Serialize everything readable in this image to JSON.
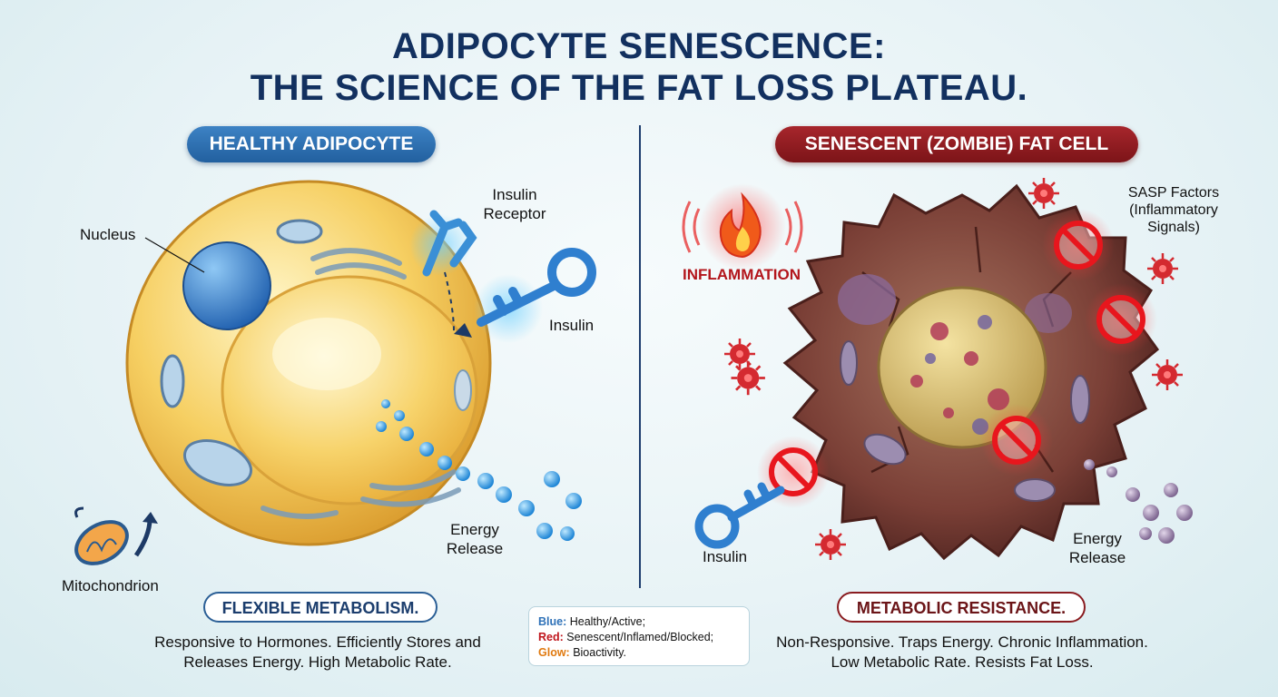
{
  "title": {
    "line1": "ADIPOCYTE SENESCENCE:",
    "line2": "THE SCIENCE OF THE FAT LOSS PLATEAU."
  },
  "healthy": {
    "header": "HEALTHY ADIPOCYTE",
    "labels": {
      "nucleus": "Nucleus",
      "insulin_receptor_1": "Insulin",
      "insulin_receptor_2": "Receptor",
      "insulin": "Insulin",
      "energy_release_1": "Energy",
      "energy_release_2": "Release",
      "mitochondrion": "Mitochondrion"
    },
    "summary_title": "FLEXIBLE METABOLISM.",
    "summary_line1": "Responsive to Hormones. Efficiently Stores and",
    "summary_line2": "Releases Energy. High Metabolic Rate."
  },
  "senescent": {
    "header": "SENESCENT (ZOMBIE) FAT CELL",
    "labels": {
      "inflammation": "INFLAMMATION",
      "sasp_1": "SASP Factors",
      "sasp_2": "(Inflammatory",
      "sasp_3": "Signals)",
      "insulin": "Insulin",
      "energy_release_1": "Energy",
      "energy_release_2": "Release"
    },
    "summary_title": "METABOLIC RESISTANCE.",
    "summary_line1": "Non-Responsive. Traps Energy. Chronic Inflammation.",
    "summary_line2": "Low Metabolic Rate. Resists Fat Loss."
  },
  "legend": {
    "blue_key": "Blue:",
    "blue_text": " Healthy/Active;",
    "red_key": "Red:",
    "red_text": " Senescent/Inflamed/Blocked;",
    "glow_key": "Glow:",
    "glow_text": " Bioactivity."
  },
  "colors": {
    "navy": "#12305f",
    "healthy_blue": "#2f72b8",
    "senescent_red": "#9b1f24",
    "glow_orange": "#e07a10"
  },
  "icons": [
    "flame-icon",
    "key-icon",
    "blocked-icon",
    "virus-icon",
    "mitochondrion-icon",
    "receptor-icon"
  ]
}
